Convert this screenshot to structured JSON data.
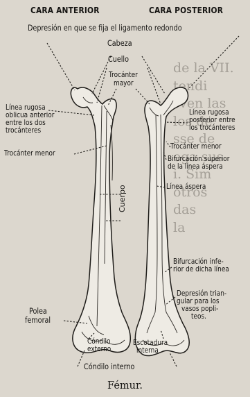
{
  "headings": {
    "anterior": "CARA ANTERIOR",
    "posterior": "CARA POSTERIOR",
    "subtitle": "Depresión en que se fija el ligamento redondo"
  },
  "labels": {
    "cabeza": "Cabeza",
    "cuello": "Cuello",
    "trocanter_mayor_1": "Trocánter",
    "trocanter_mayor_2": "mayor",
    "linea_rugosa_oblicua_1": "Línea rugosa",
    "linea_rugosa_oblicua_2": "oblicua anterior",
    "linea_rugosa_oblicua_3": "entre los dos",
    "linea_rugosa_oblicua_4": "trocánteres",
    "trocanter_menor_left": "Trocánter menor",
    "linea_rugosa_post_1": "Línea rugosa",
    "linea_rugosa_post_2": "posterior entre",
    "linea_rugosa_post_3": "los trocánteres",
    "trocanter_menor_right": "Trocánter menor",
    "bifurcacion_sup_1": "Bifurcación superior",
    "bifurcacion_sup_2": "de la línea áspera",
    "linea_aspera": "Línea áspera",
    "cuerpo": "Cuerpo",
    "bifurcacion_inf_1": "Bifurcación infe-",
    "bifurcacion_inf_2": "rior de dicha línea",
    "depresion_1": "Depresión trian-",
    "depresion_2": "gular para los",
    "depresion_3": "vasos popli-",
    "depresion_4": "teos.",
    "polea_1": "Polea",
    "polea_2": "femoral",
    "condilo_externo_1": "Cóndilo",
    "condilo_externo_2": "externo",
    "escotadura_1": "Escotadura",
    "escotadura_2": "interna",
    "condilo_interno": "Cóndilo interno"
  },
  "caption": "Fémur.",
  "background_text": [
    "de la VII.",
    "",
    "",
    "",
    "",
    "",
    "tendi",
    "rven las",
    "los de",
    "sse de",
    "ega sus",
    "i. Sim",
    "",
    "",
    "",
    "",
    "otros",
    "das",
    "la"
  ],
  "colors": {
    "paper": "#dcd7ce",
    "ink": "#1b1a18",
    "bone": "#eeebe4"
  }
}
